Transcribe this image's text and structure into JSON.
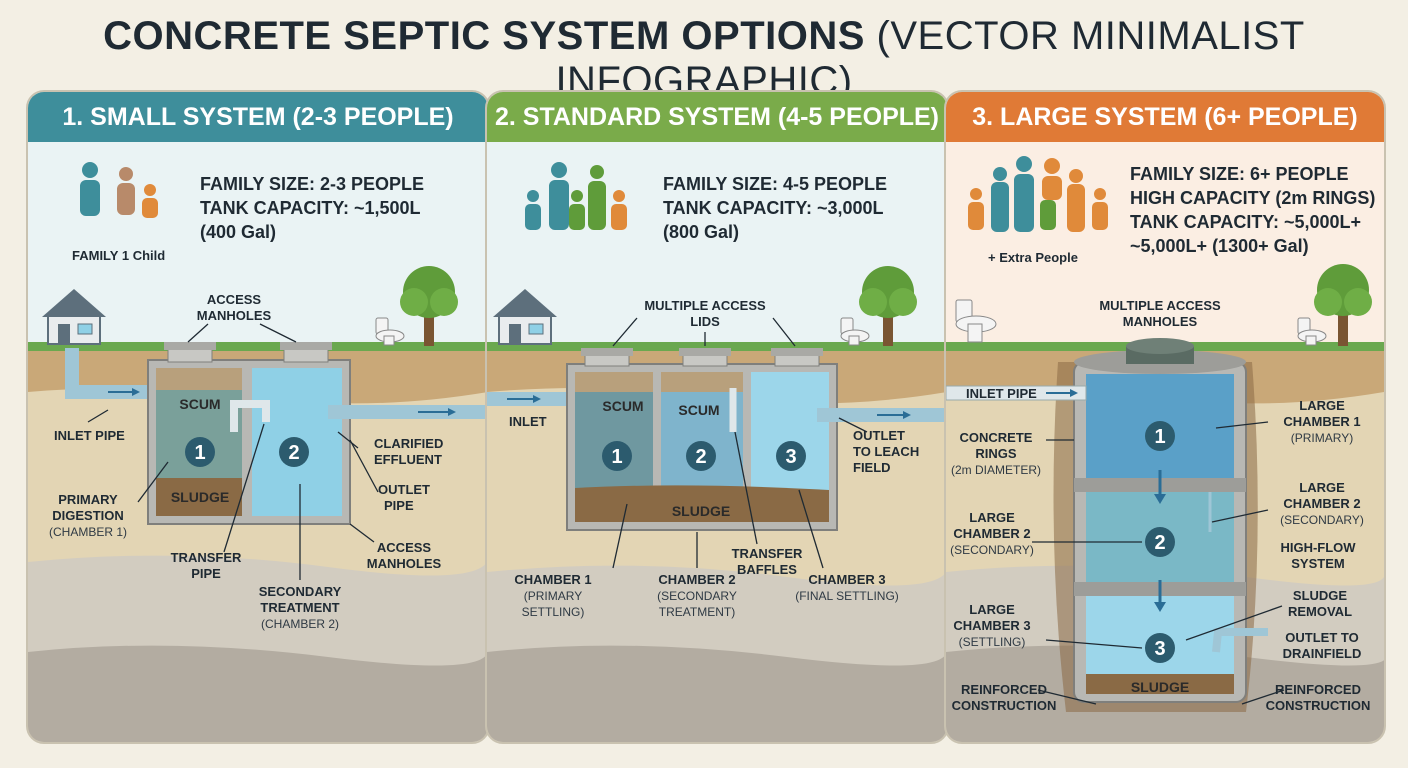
{
  "title": {
    "main": "CONCRETE SEPTIC SYSTEM OPTIONS",
    "sub": "(VECTOR MINIMALIST INFOGRAPHIC)"
  },
  "colors": {
    "small": "#3e8e9b",
    "standard": "#7aab4a",
    "large": "#e07a36",
    "water": "#8fd0e6",
    "concrete": "#b8b8b4",
    "sludge": "#8a6a45"
  },
  "panels": {
    "small": {
      "header": "1. SMALL SYSTEM (2-3 PEOPLE)",
      "info": [
        "FAMILY SIZE: 2-3 PEOPLE",
        "TANK CAPACITY: ~1,500L",
        "(400 Gal)"
      ],
      "family_caption": "FAMILY 1 Child",
      "labels": {
        "access_manholes": [
          "ACCESS",
          "MANHOLES"
        ],
        "inlet_pipe": "INLET PIPE",
        "scum": "SCUM",
        "sludge": "SLUDGE",
        "clarified": [
          "CLARIFIED",
          "EFFLUENT"
        ],
        "outlet_pipe": [
          "OUTLET",
          "PIPE"
        ],
        "primary": [
          "PRIMARY",
          "DIGESTION"
        ],
        "primary_sub": "(CHAMBER 1)",
        "transfer": [
          "TRANSFER",
          "PIPE"
        ],
        "secondary": [
          "SECONDARY",
          "TREATMENT"
        ],
        "secondary_sub": "(CHAMBER 2)",
        "access_bottom": [
          "ACCESS",
          "MANHOLES"
        ],
        "n1": "1",
        "n2": "2"
      }
    },
    "standard": {
      "header": "2. STANDARD SYSTEM (4-5 PEOPLE)",
      "info": [
        "FAMILY SIZE: 4-5 PEOPLE",
        "TANK CAPACITY: ~3,000L",
        "(800 Gal)"
      ],
      "labels": {
        "access_lids": [
          "MULTIPLE ACCESS",
          "LIDS"
        ],
        "inlet": "INLET",
        "scum1": "SCUM",
        "scum2": "SCUM",
        "sludge": "SLUDGE",
        "outlet": [
          "OUTLET",
          "TO LEACH",
          "FIELD"
        ],
        "ch1": "CHAMBER 1",
        "ch1_sub": [
          "(PRIMARY",
          "SETTLING)"
        ],
        "ch2": "CHAMBER 2",
        "ch2_sub": [
          "(SECONDARY",
          "TREATMENT)"
        ],
        "baffles": [
          "TRANSFER",
          "BAFFLES"
        ],
        "ch3": "CHAMBER 3",
        "ch3_sub": "(FINAL SETTLING)",
        "n1": "1",
        "n2": "2",
        "n3": "3"
      }
    },
    "large": {
      "header": "3. LARGE SYSTEM (6+ PEOPLE)",
      "info": [
        "FAMILY SIZE: 6+ PEOPLE",
        "HIGH CAPACITY (2m RINGS)",
        "TANK CAPACITY: ~5,000L+",
        "~5,000L+ (1300+ Gal)"
      ],
      "family_caption": "+ Extra People",
      "labels": {
        "access_manholes": [
          "MULTIPLE ACCESS",
          "MANHOLES"
        ],
        "inlet_pipe": "INLET PIPE",
        "rings": [
          "CONCRETE",
          "RINGS"
        ],
        "rings_sub": "(2m DIAMETER)",
        "lc1": [
          "LARGE",
          "CHAMBER 1"
        ],
        "lc1_sub": "(PRIMARY)",
        "lc2_left": [
          "LARGE",
          "CHAMBER 2"
        ],
        "lc2_left_sub": "(SECONDARY)",
        "lc2_right": [
          "LARGE",
          "CHAMBER 2"
        ],
        "lc2_right_sub": "(SECONDARY)",
        "highflow": [
          "HIGH-FLOW",
          "SYSTEM"
        ],
        "lc3": [
          "LARGE",
          "CHAMBER 3"
        ],
        "lc3_sub": "(SETTLING)",
        "sludge_removal": [
          "SLUDGE",
          "REMOVAL"
        ],
        "outlet": [
          "OUTLET TO",
          "DRAINFIELD"
        ],
        "reinforced_left": [
          "REINFORCED",
          "CONSTRUCTION"
        ],
        "reinforced_right": [
          "REINFORCED",
          "CONSTRUCTION"
        ],
        "sludge": "SLUDGE",
        "n1": "1",
        "n2": "2",
        "n3": "3"
      }
    }
  }
}
